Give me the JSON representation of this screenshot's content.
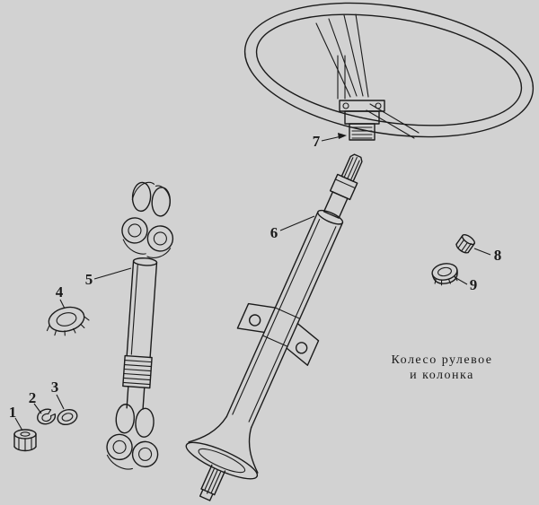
{
  "theme": {
    "background": "#d2d2d2",
    "ink": "#1b1b1b"
  },
  "figure": {
    "caption": {
      "line1": "Колесо рулевое",
      "line2": "и колонка"
    }
  },
  "callouts": [
    {
      "label": "1"
    },
    {
      "label": "2"
    },
    {
      "label": "3"
    },
    {
      "label": "4"
    },
    {
      "label": "5"
    },
    {
      "label": "6"
    },
    {
      "label": "7"
    },
    {
      "label": "8"
    },
    {
      "label": "9"
    }
  ]
}
